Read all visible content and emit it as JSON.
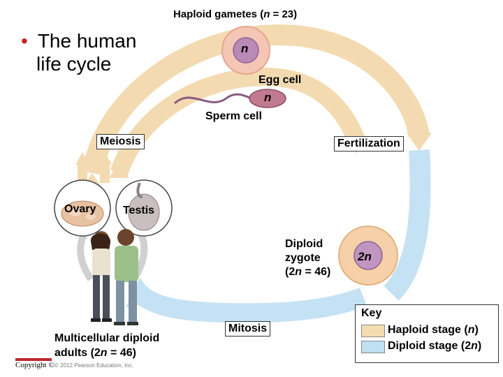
{
  "title": {
    "prefix": "Haploid gametes (",
    "n": "n",
    "middle": " = 23)"
  },
  "bullet": {
    "line1": "The human",
    "line2": "life cycle"
  },
  "egg": {
    "label": "Egg cell",
    "ploidy": "n"
  },
  "sperm": {
    "label": "Sperm cell",
    "ploidy": "n"
  },
  "meiosis": "Meiosis",
  "fertilization": "Fertilization",
  "ovary": "Ovary",
  "testis": "Testis",
  "zygote": {
    "line1": "Diploid",
    "line2": "zygote",
    "line3_prefix": "(2",
    "line3_n": "n",
    "line3_suffix": " = 46)",
    "ploidy": "2n"
  },
  "mitosis": "Mitosis",
  "adults": {
    "line1": "Multicellular diploid",
    "line2_prefix": "adults (2",
    "line2_n": "n",
    "line2_suffix": " = 46)"
  },
  "key": {
    "title": "Key",
    "haploid_prefix": "Haploid stage (",
    "haploid_n": "n",
    "haploid_suffix": ")",
    "diploid_prefix": "Diploid stage (2",
    "diploid_n": "n",
    "diploid_suffix": ")"
  },
  "colors": {
    "haploid": "#f5dcb0",
    "diploid": "#bfe0f2"
  },
  "copyright": "Copyright ©",
  "pearson": "© 2012 Pearson Education, Inc."
}
